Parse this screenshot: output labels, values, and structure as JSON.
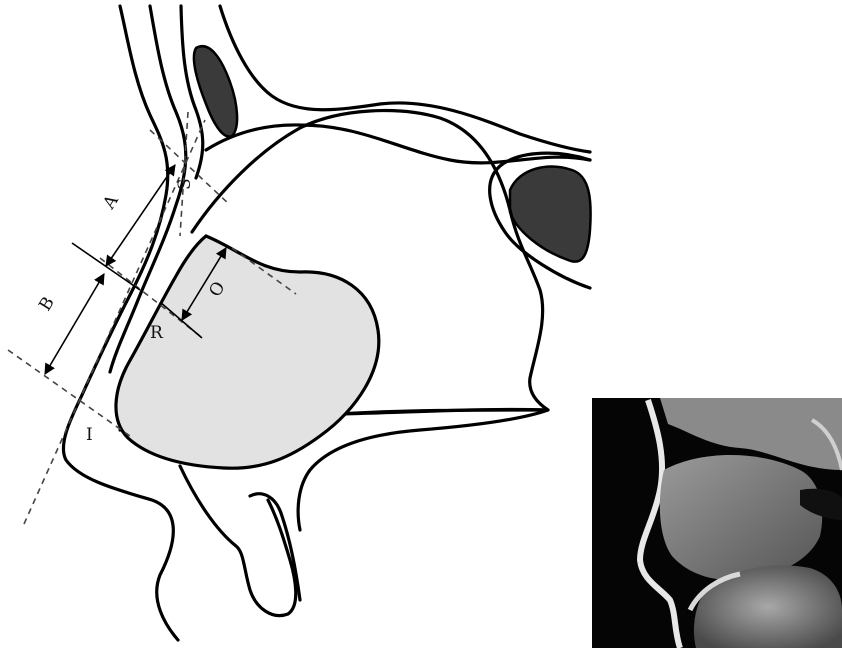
{
  "labels": {
    "a": "A",
    "b": "B",
    "o": "O",
    "r": "R",
    "i": "I",
    "s": "S"
  },
  "colors": {
    "line": "#000000",
    "mass_fill": "#e2e2e2",
    "sinus_fill": "#3a3a3a",
    "background": "#ffffff"
  }
}
